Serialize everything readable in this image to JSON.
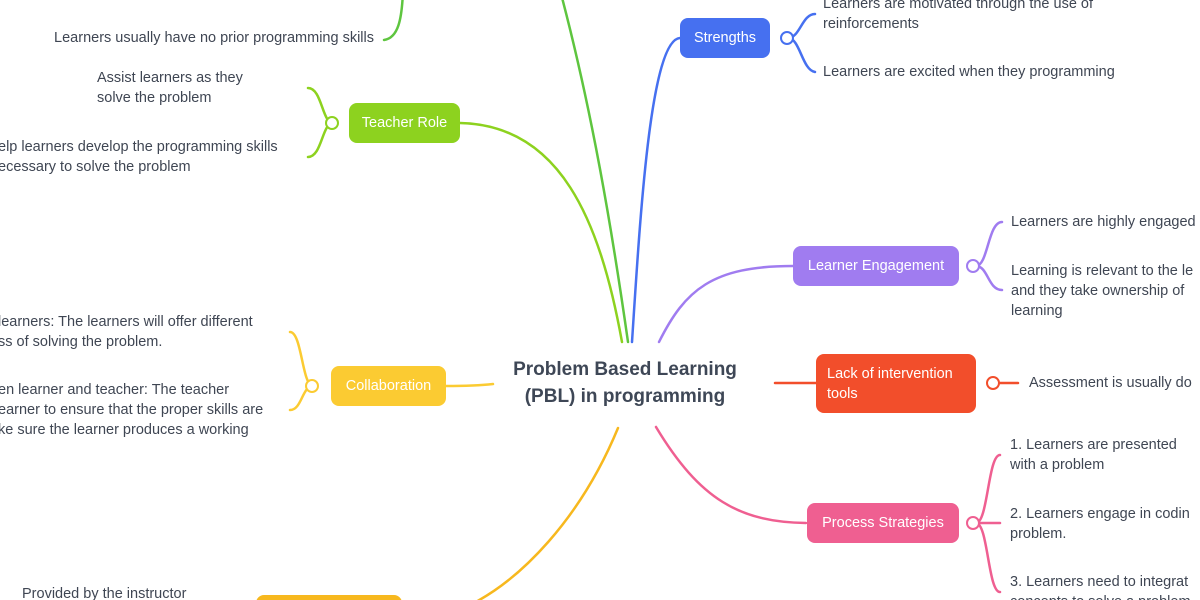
{
  "center": {
    "title": "Problem Based Learning\n(PBL) in programming"
  },
  "branches": {
    "strengths": {
      "label": "Strengths",
      "color": "#4670f0",
      "leaves": [
        "Learners are motivated through the use of\nreinforcements",
        "Learners are excited when they programming"
      ]
    },
    "learner_engagement": {
      "label": "Learner Engagement",
      "color": "#a07cf0",
      "leaves": [
        "Learners are highly engaged",
        "Learning is relevant to the le\nand they take ownership of\nlearning"
      ]
    },
    "lack_of_intervention_tools": {
      "label": "Lack of intervention\ntools",
      "color": "#f24e2b",
      "leaves": [
        "Assessment is usually do"
      ]
    },
    "process_strategies": {
      "label": "Process Strategies",
      "color": "#ef5f91",
      "leaves": [
        "1. Learners are presented\nwith a problem",
        "2. Learners engage in codin\nproblem.",
        "3. Learners need to integrat\nconcepts to solve a problem"
      ]
    },
    "teacher_role": {
      "label": "Teacher Role",
      "color": "#8dd21f",
      "leaves": [
        "Assist learners as they\nsolve the problem",
        "elp learners develop the programming skills\necessary to solve the problem"
      ]
    },
    "collaboration": {
      "label": "Collaboration",
      "color": "#fbcb32",
      "leaves": [
        "learners: The learners will offer different\nss of solving the problem.",
        "en learner and teacher: The teacher\nearner to ensure that the proper skills are\nke sure the learner produces a working"
      ]
    },
    "top_left": {
      "color": "#5ec53f",
      "leaves": [
        "Learners usually have no prior programming skills"
      ]
    },
    "bottom_left": {
      "color": "#f7b81e",
      "leaves": [
        "Provided by the instructor"
      ]
    }
  }
}
